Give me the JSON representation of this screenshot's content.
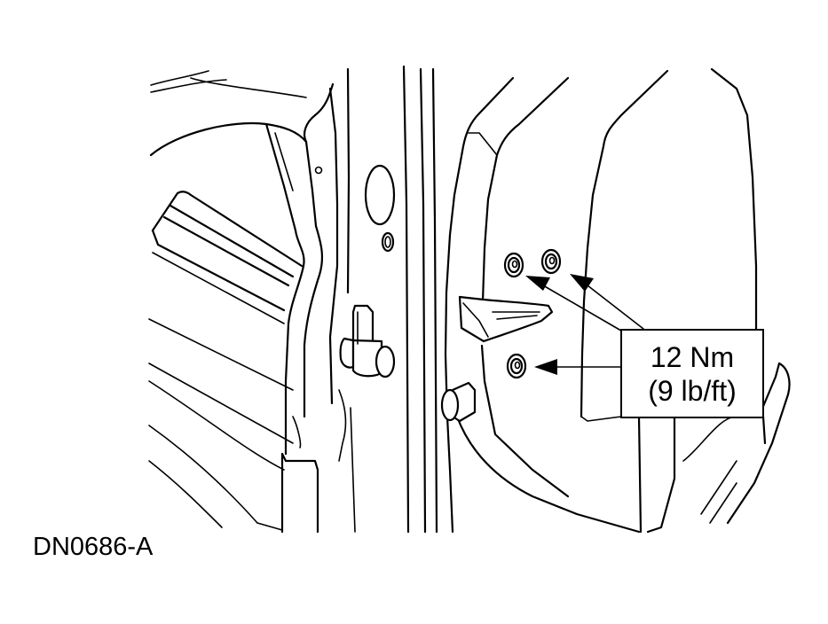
{
  "callout": {
    "line1": "12 Nm",
    "line2": "(9 lb/ft)"
  },
  "figure_id": "DN0686-A",
  "colors": {
    "ink": "#000000",
    "paper": "#ffffff"
  }
}
